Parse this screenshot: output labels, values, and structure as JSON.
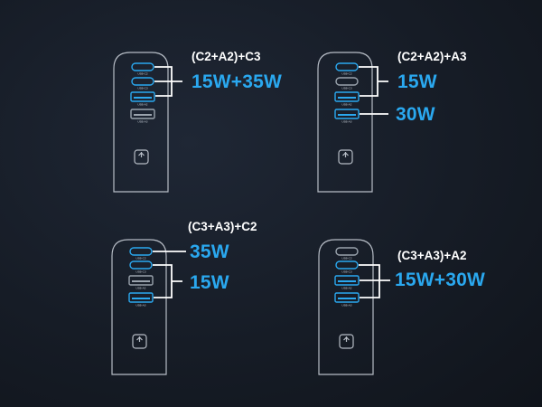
{
  "port_labels": {
    "c2": "USB-C2",
    "c3": "USB-C3",
    "a2": "USB-A2",
    "a3": "USB-A3"
  },
  "colors": {
    "active": "#2aa8ef",
    "inactive": "#9aa3ad",
    "outline": "#b7bdc6",
    "text": "#ffffff"
  },
  "panels": [
    {
      "combo": "(C2+A2)+C3",
      "outputs": [
        "15W+35W"
      ],
      "active_ports": [
        "c2",
        "c3",
        "a2"
      ]
    },
    {
      "combo": "(C2+A2)+A3",
      "outputs": [
        "15W",
        "30W"
      ],
      "active_ports": [
        "c2",
        "a2",
        "a3"
      ]
    },
    {
      "combo": "(C3+A3)+C2",
      "outputs": [
        "35W",
        "15W"
      ],
      "active_ports": [
        "c2",
        "c3",
        "a3"
      ]
    },
    {
      "combo": "(C3+A3)+A2",
      "outputs": [
        "15W+30W"
      ],
      "active_ports": [
        "c3",
        "a2",
        "a3"
      ]
    }
  ],
  "icons": [
    "charger-body-outline",
    "usb-c-port",
    "usb-a-port",
    "power-plug-symbol",
    "bracket-connector"
  ]
}
